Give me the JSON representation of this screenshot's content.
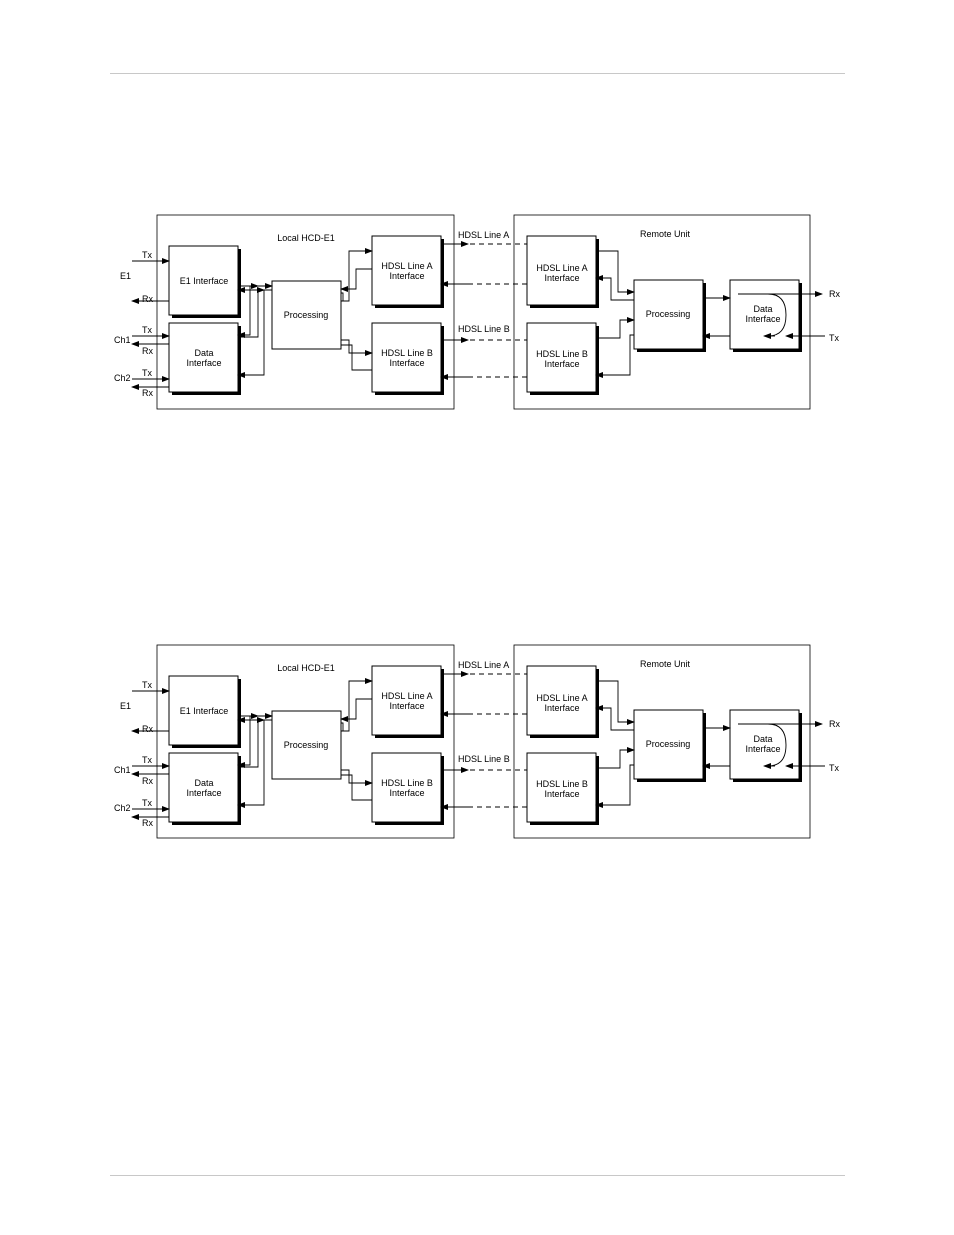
{
  "diagrams": [
    {
      "local_title": "Local HCD-E1",
      "remote_title": "Remote Unit",
      "line_a": "HDSL Line A",
      "line_b": "HDSL Line B",
      "e1_interface": "E1 Interface",
      "data_interface": [
        "Data",
        "Interface"
      ],
      "processing": "Processing",
      "hdsl_a_interface": [
        "HDSL Line A",
        "Interface"
      ],
      "hdsl_b_interface": [
        "HDSL Line B",
        "Interface"
      ],
      "remote_data_interface": [
        "Data",
        "Interface"
      ],
      "port_e1": "E1",
      "port_ch1": "Ch1",
      "port_ch2": "Ch2",
      "tx": "Tx",
      "rx": "Rx"
    },
    {
      "local_title": "Local HCD-E1",
      "remote_title": "Remote Unit",
      "line_a": "HDSL Line A",
      "line_b": "HDSL Line B",
      "e1_interface": "E1 Interface",
      "data_interface": [
        "Data",
        "Interface"
      ],
      "processing": "Processing",
      "hdsl_a_interface": [
        "HDSL Line A",
        "Interface"
      ],
      "hdsl_b_interface": [
        "HDSL Line B",
        "Interface"
      ],
      "remote_data_interface": [
        "Data",
        "Interface"
      ],
      "port_e1": "E1",
      "port_ch1": "Ch1",
      "port_ch2": "Ch2",
      "tx": "Tx",
      "rx": "Rx"
    }
  ]
}
